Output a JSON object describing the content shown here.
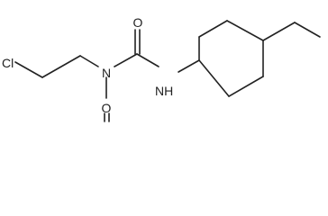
{
  "molecule": {
    "atoms": {
      "cl": "Cl",
      "n_nitroso": "N",
      "o_nitroso": "O",
      "o_carbonyl": "O",
      "nh": "NH"
    },
    "colors": {
      "bond": "#222222",
      "label": "#222222",
      "background": "#ffffff"
    }
  }
}
